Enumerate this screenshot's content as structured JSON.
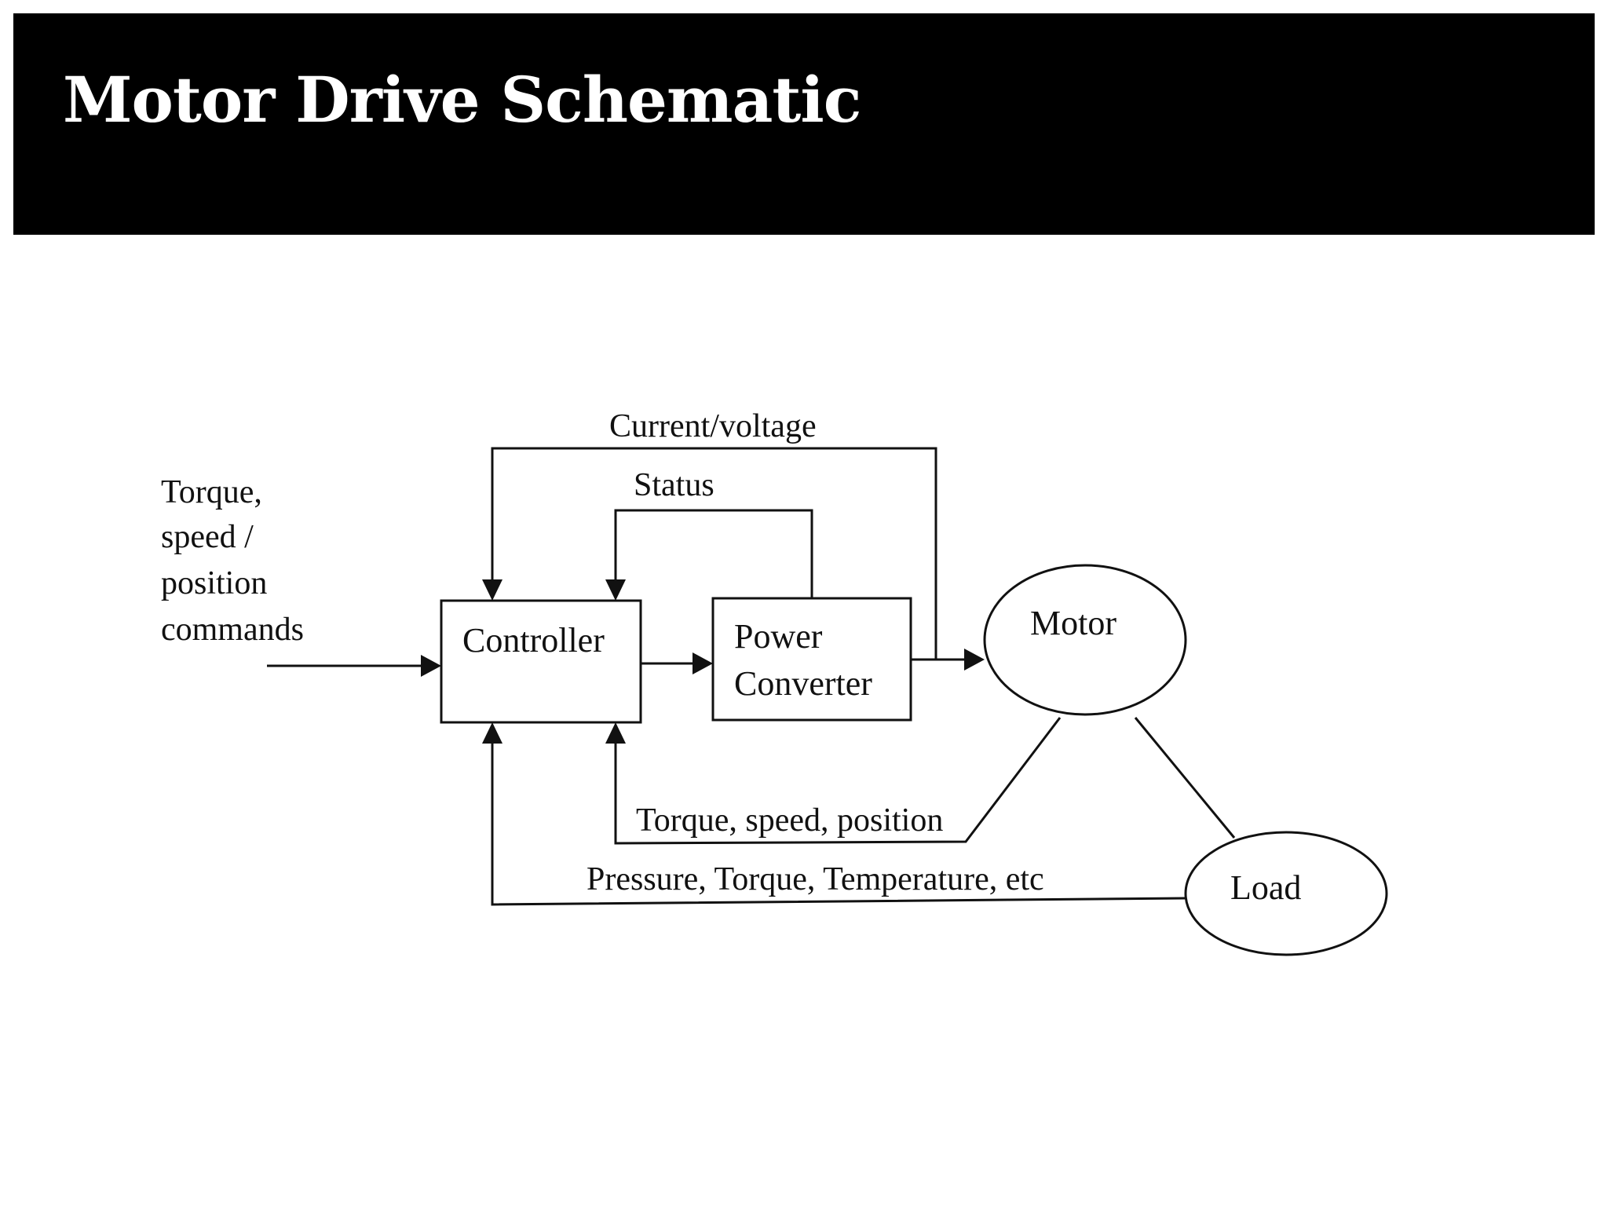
{
  "slide": {
    "title": "Motor Drive Schematic"
  },
  "diagram": {
    "input_label": [
      "Torque,",
      "speed /",
      "position",
      "commands"
    ],
    "blocks": {
      "controller": "Controller",
      "power_converter": [
        "Power",
        "Converter"
      ],
      "motor": "Motor",
      "load": "Load"
    },
    "signals": {
      "current_voltage": "Current/voltage",
      "status": "Status",
      "torque_speed_position": "Torque, speed, position",
      "pressure_torque_temperature": "Pressure, Torque, Temperature, etc"
    }
  },
  "colors": {
    "title_bar": "#000000",
    "title_text": "#ffffff",
    "lines": "#111111"
  }
}
